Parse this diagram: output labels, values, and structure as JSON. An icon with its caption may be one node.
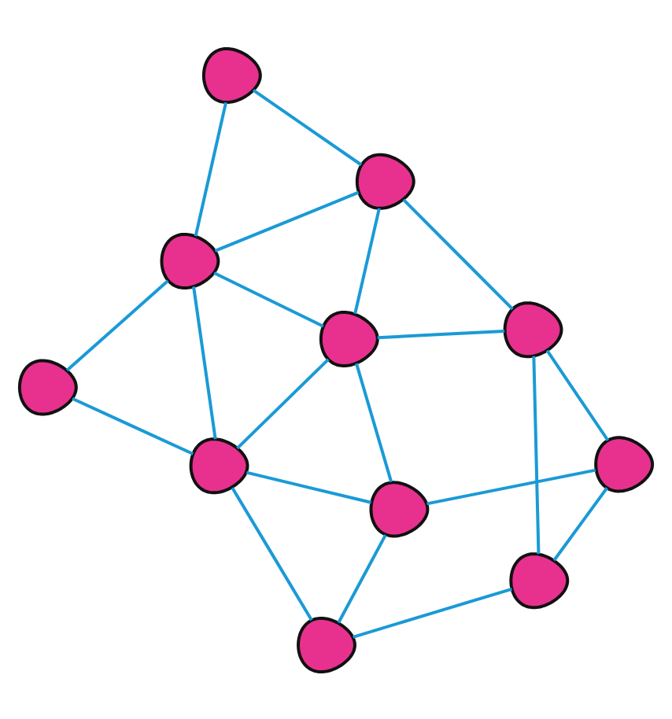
{
  "diagram": {
    "nodes": [
      {
        "text": [],
        "shape": "person"
      },
      {
        "text": [],
        "shape": "person"
      },
      {
        "text": [],
        "shape": "person"
      },
      {
        "text": [],
        "shape": "person"
      },
      {
        "text": [],
        "shape": "person"
      },
      {
        "text": [],
        "shape": "person"
      },
      {
        "text": [],
        "shape": "person"
      },
      {
        "text": [],
        "shape": "person"
      },
      {
        "text": [],
        "shape": "person"
      },
      {
        "text": [],
        "shape": "person"
      },
      {
        "text": [],
        "shape": "person"
      }
    ],
    "edges": [
      {
        "from": 0,
        "to": 1,
        "arrow": "none"
      },
      {
        "from": 0,
        "to": 3,
        "arrow": "none"
      },
      {
        "from": 1,
        "to": 2,
        "arrow": "none"
      },
      {
        "from": 1,
        "to": 3,
        "arrow": "none"
      },
      {
        "from": 1,
        "to": 4,
        "arrow": "none"
      },
      {
        "from": 1,
        "to": 6,
        "arrow": "none"
      },
      {
        "from": 2,
        "to": 4,
        "arrow": "none"
      },
      {
        "from": 2,
        "to": 9,
        "arrow": "none"
      },
      {
        "from": 3,
        "to": 5,
        "arrow": "none"
      },
      {
        "from": 3,
        "to": 6,
        "arrow": "none"
      },
      {
        "from": 3,
        "to": 8,
        "arrow": "none"
      },
      {
        "from": 4,
        "to": 6,
        "arrow": "none"
      },
      {
        "from": 4,
        "to": 7,
        "arrow": "none"
      },
      {
        "from": 5,
        "to": 8,
        "arrow": "none"
      },
      {
        "from": 6,
        "to": 8,
        "arrow": "none"
      },
      {
        "from": 6,
        "to": 10,
        "arrow": "none"
      },
      {
        "from": 7,
        "to": 9,
        "arrow": "none"
      },
      {
        "from": 7,
        "to": 10,
        "arrow": "none"
      },
      {
        "from": 8,
        "to": 10,
        "arrow": "none"
      },
      {
        "from": 10,
        "to": 9,
        "arrow": "none"
      }
    ]
  }
}
